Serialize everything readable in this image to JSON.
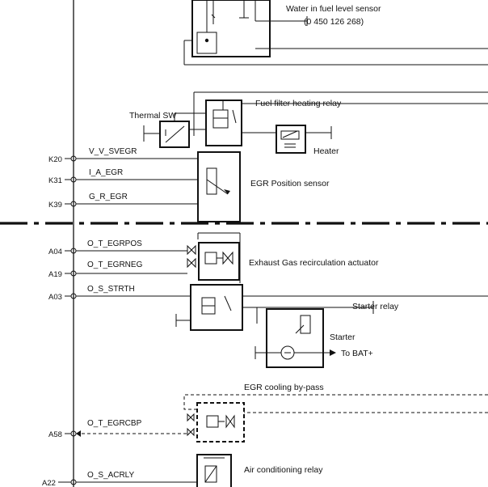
{
  "pins": {
    "k20": "K20",
    "k31": "K31",
    "k39": "K39",
    "a04": "A04",
    "a19": "A19",
    "a03": "A03",
    "a58": "A58",
    "a22": "A22"
  },
  "signals": {
    "v_v_svegr": "V_V_SVEGR",
    "i_a_egr": "I_A_EGR",
    "g_r_egr": "G_R_EGR",
    "o_t_egrpos": "O_T_EGRPOS",
    "o_t_egrneg": "O_T_EGRNEG",
    "o_s_strth": "O_S_STRTH",
    "o_t_egrcbp": "O_T_EGRCBP",
    "o_s_acrly": "O_S_ACRLY"
  },
  "labels": {
    "water_sensor_line1": "Water in fuel level sensor",
    "water_sensor_line2": "(0 450 126 268)",
    "thermal_sw": "Thermal SW",
    "fuel_filter_relay": "Fuel filter heating relay",
    "heater": "Heater",
    "egr_position_sensor": "EGR Position sensor",
    "egr_actuator": "Exhaust Gas recirculation actuator",
    "starter_relay": "Starter relay",
    "starter": "Starter",
    "to_bat": "To BAT+",
    "egr_bypass": "EGR cooling by-pass",
    "ac_relay": "Air conditioning relay"
  }
}
